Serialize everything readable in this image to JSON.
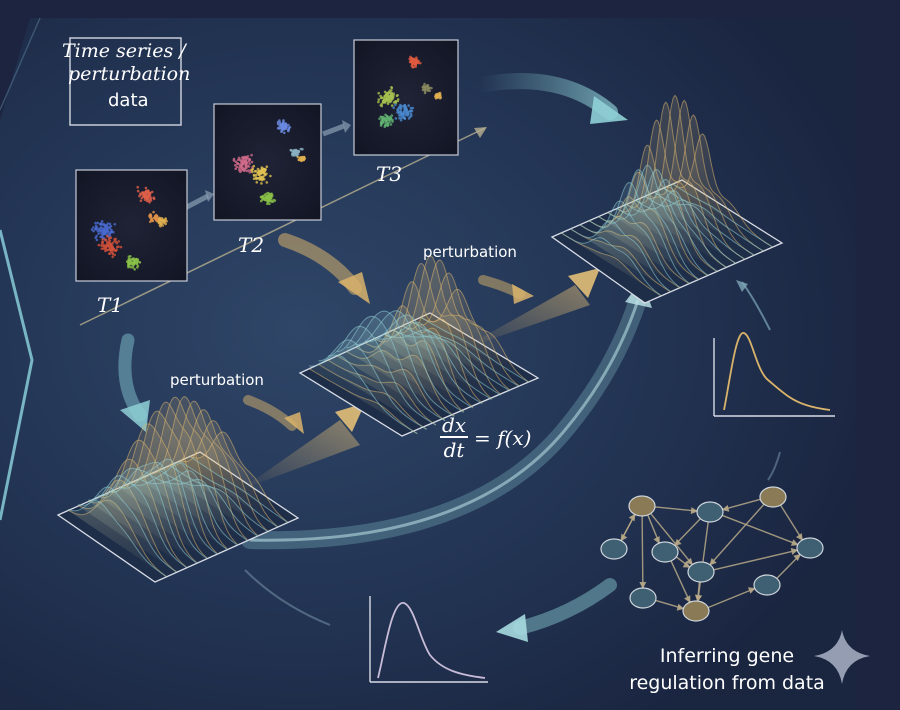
{
  "inputs": {
    "title_line1": "Time series /",
    "title_line2": "perturbation",
    "title_line3": "data"
  },
  "timepoints": [
    "T1",
    "T2",
    "T3"
  ],
  "perturbation_labels": [
    "perturbation",
    "perturbation"
  ],
  "equation": {
    "numerator": "dx",
    "denominator": "dt",
    "rhs": "= f(x)"
  },
  "caption": {
    "line1": "Inferring gene",
    "line2": "regulation from data"
  },
  "colors": {
    "background": "#1a2238",
    "panel": "#27385a",
    "accent_gold": "#d9b36b",
    "accent_teal": "#7fc2cc",
    "node_gold": "#8a7a55",
    "node_teal": "#3f5f72"
  }
}
